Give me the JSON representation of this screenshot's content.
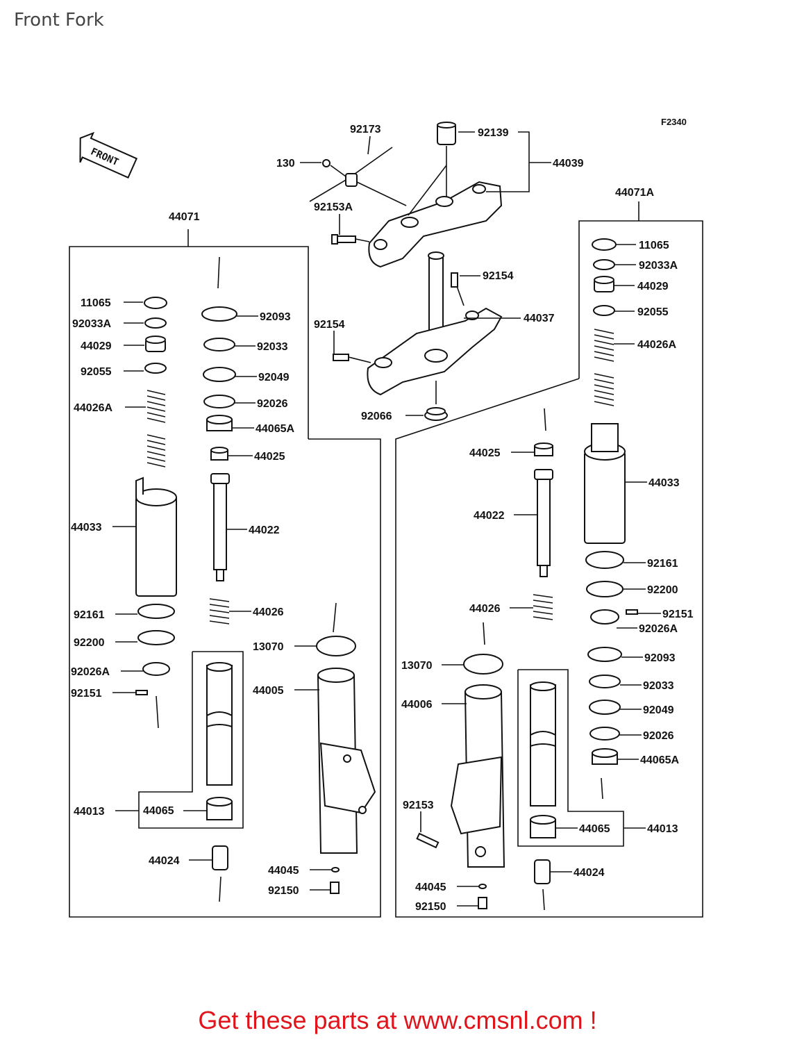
{
  "title": "Front Fork",
  "figure_code": "F2340",
  "front_arrow_label": "FRONT",
  "promo_text": "Get these parts at www.cmsnl.com !",
  "accent_color": "#e0151b",
  "labels": {
    "p92173": "92173",
    "p92139": "92139",
    "p130": "130",
    "p44039": "44039",
    "p92153A": "92153A",
    "p44071": "44071",
    "p44071A": "44071A",
    "p92154a": "92154",
    "p92154b": "92154",
    "p44037": "44037",
    "p92066": "92066",
    "L11065": "11065",
    "L92033A": "92033A",
    "L44029": "44029",
    "L92055": "92055",
    "L44026A": "44026A",
    "L44033": "44033",
    "L92161": "92161",
    "L92200": "92200",
    "L92026A": "92026A",
    "L92151": "92151",
    "L92093": "92093",
    "L92033": "92033",
    "L92049": "92049",
    "L92026": "92026",
    "L44065A": "44065A",
    "L44025": "44025",
    "L44022": "44022",
    "L44026": "44026",
    "L13070": "13070",
    "L44005": "44005",
    "L44013": "44013",
    "L44065": "44065",
    "L44024": "44024",
    "L44045": "44045",
    "L92150": "92150",
    "R11065": "11065",
    "R92033A": "92033A",
    "R44029": "44029",
    "R92055": "92055",
    "R44026A": "44026A",
    "R44033": "44033",
    "R92161": "92161",
    "R92200": "92200",
    "R92151": "92151",
    "R92026A": "92026A",
    "R92093": "92093",
    "R92033": "92033",
    "R92049": "92049",
    "R92026": "92026",
    "R44065A": "44065A",
    "R44025": "44025",
    "R44022": "44022",
    "R44026": "44026",
    "R13070": "13070",
    "R44006": "44006",
    "R92153": "92153",
    "R44065": "44065",
    "R44013": "44013",
    "R44024": "44024",
    "R44045": "44045",
    "R92150": "92150"
  }
}
